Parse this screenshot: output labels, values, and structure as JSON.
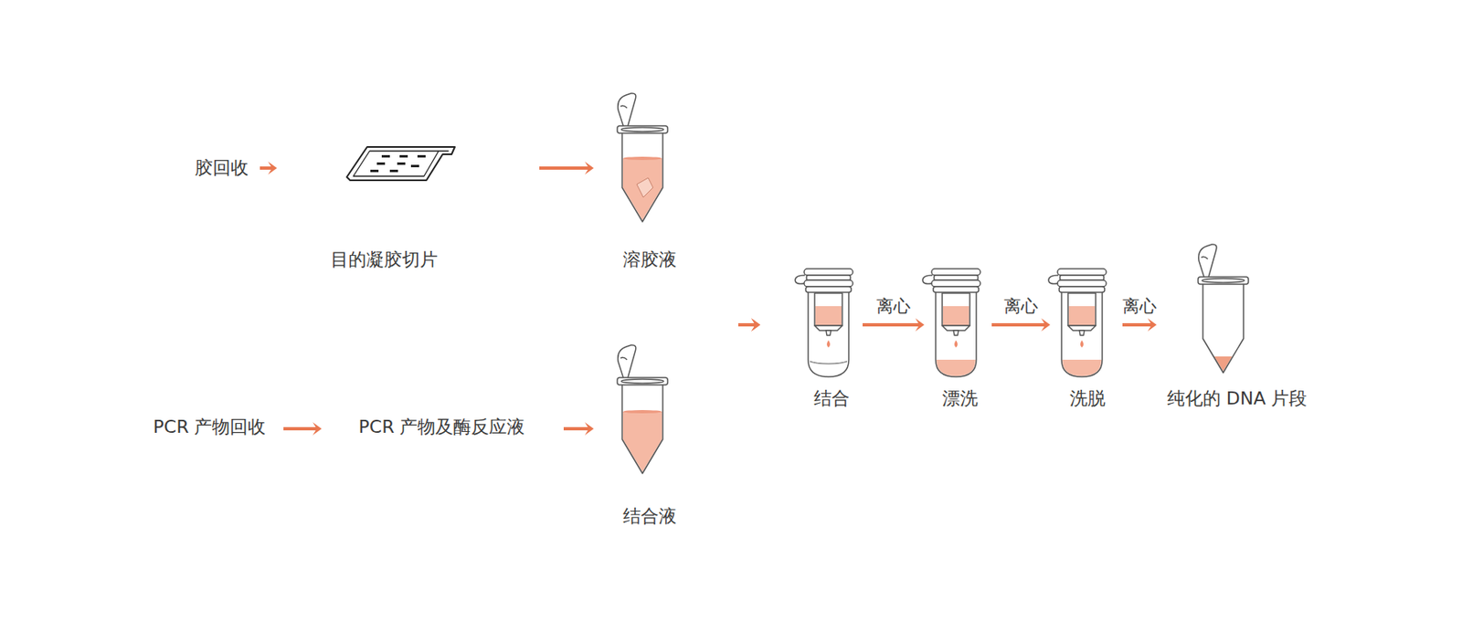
{
  "diagram": {
    "nodes": [
      {
        "text": [
          "胶回收"
        ]
      },
      {
        "text": [
          "目的凝胶切片"
        ]
      },
      {
        "text": [
          "溶胶液"
        ]
      },
      {
        "text": [
          "PCR 产物回收"
        ]
      },
      {
        "text": [
          "PCR 产物及酶反应液"
        ]
      },
      {
        "text": [
          "结合液"
        ]
      },
      {
        "text": [
          "结合"
        ]
      },
      {
        "text": [
          "漂洗"
        ]
      },
      {
        "text": [
          "洗脱"
        ]
      },
      {
        "text": [
          "纯化的 DNA 片段"
        ]
      }
    ],
    "edges": [
      {
        "from": 0,
        "to": 1,
        "arrow": "to"
      },
      {
        "from": 1,
        "to": 2,
        "arrow": "to"
      },
      {
        "from": 3,
        "to": 4,
        "arrow": "to"
      },
      {
        "from": 4,
        "to": 5,
        "arrow": "to"
      },
      {
        "from": 2,
        "to": 6,
        "arrow": "to"
      },
      {
        "from": 5,
        "to": 6,
        "arrow": "to"
      },
      {
        "from": 6,
        "to": 7,
        "label": "离心",
        "arrow": "to"
      },
      {
        "from": 7,
        "to": 8,
        "label": "离心",
        "arrow": "to"
      },
      {
        "from": 8,
        "to": 9,
        "label": "离心",
        "arrow": "to"
      }
    ]
  }
}
